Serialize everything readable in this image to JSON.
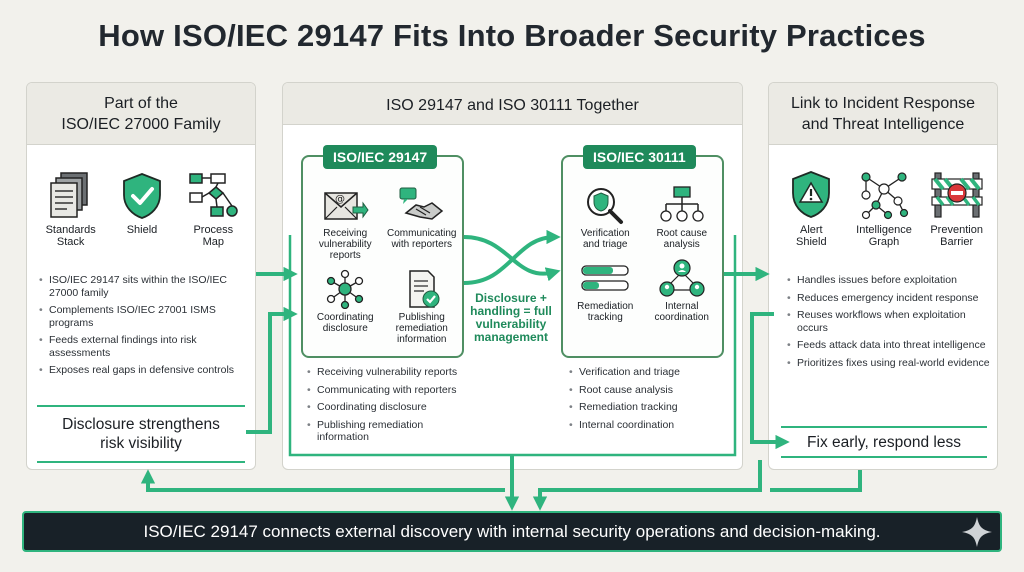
{
  "title": "How ISO/IEC 29147 Fits Into Broader Security Practices",
  "colors": {
    "accent": "#2fb47e",
    "dark_green": "#1f8a5b",
    "dark_bar": "#182128"
  },
  "left": {
    "heading_line1": "Part of the",
    "heading_line2": "ISO/IEC 27000 Family",
    "icons": [
      {
        "icon": "documents-stack-icon",
        "label_line1": "Standards",
        "label_line2": "Stack"
      },
      {
        "icon": "shield-check-icon",
        "label_line1": "Shield",
        "label_line2": ""
      },
      {
        "icon": "process-map-icon",
        "label_line1": "Process",
        "label_line2": "Map"
      }
    ],
    "bullets": [
      "ISO/IEC 29147 sits within the ISO/IEC 27000 family",
      "Complements ISO/IEC 27001 ISMS programs",
      "Feeds external findings into risk assessments",
      "Exposes real gaps in defensive controls"
    ],
    "callout_line1": "Disclosure strengthens",
    "callout_line2": "risk visibility"
  },
  "middle": {
    "heading": "ISO 29147 and ISO 30111 Together",
    "iso29147": {
      "tag": "ISO/IEC 29147",
      "items": [
        {
          "icon": "envelope-icon",
          "label_line1": "Receiving",
          "label_line2": "vulnerability",
          "label_line3": "reports"
        },
        {
          "icon": "handshake-icon",
          "label_line1": "Communicating",
          "label_line2": "with reporters",
          "label_line3": ""
        },
        {
          "icon": "network-hub-icon",
          "label_line1": "Coordinating",
          "label_line2": "disclosure",
          "label_line3": ""
        },
        {
          "icon": "document-check-icon",
          "label_line1": "Publishing",
          "label_line2": "remediation",
          "label_line3": "information"
        }
      ],
      "bullets": [
        "Receiving vulnerability reports",
        "Communicating with reporters",
        "Coordinating disclosure",
        "Publishing remediation information"
      ]
    },
    "iso30111": {
      "tag": "ISO/IEC 30111",
      "items": [
        {
          "icon": "magnifier-shield-icon",
          "label_line1": "Verification",
          "label_line2": "and triage",
          "label_line3": ""
        },
        {
          "icon": "tree-diagram-icon",
          "label_line1": "Root cause",
          "label_line2": "analysis",
          "label_line3": ""
        },
        {
          "icon": "progress-bar-icon",
          "label_line1": "Remediation",
          "label_line2": "tracking",
          "label_line3": ""
        },
        {
          "icon": "people-network-icon",
          "label_line1": "Internal",
          "label_line2": "coordination",
          "label_line3": ""
        }
      ],
      "bullets": [
        "Verification and triage",
        "Root cause analysis",
        "Remediation tracking",
        "Internal coordination"
      ]
    },
    "note_line1": "Disclosure +",
    "note_line2": "handling = full",
    "note_line3": "vulnerability",
    "note_line4": "management"
  },
  "right": {
    "heading_line1": "Link to Incident Response",
    "heading_line2": "and Threat Intelligence",
    "icons": [
      {
        "icon": "alert-shield-icon",
        "label_line1": "Alert",
        "label_line2": "Shield"
      },
      {
        "icon": "intelligence-graph-icon",
        "label_line1": "Intelligence",
        "label_line2": "Graph"
      },
      {
        "icon": "barrier-icon",
        "label_line1": "Prevention",
        "label_line2": "Barrier"
      }
    ],
    "bullets": [
      "Handles issues before exploitation",
      "Reduces emergency incident response",
      "Reuses workflows when exploitation occurs",
      "Feeds attack data into threat intelligence",
      "Prioritizes fixes using real-world evidence"
    ],
    "callout": "Fix early, respond less"
  },
  "footer": "ISO/IEC 29147 connects external discovery with internal security operations and decision-making."
}
